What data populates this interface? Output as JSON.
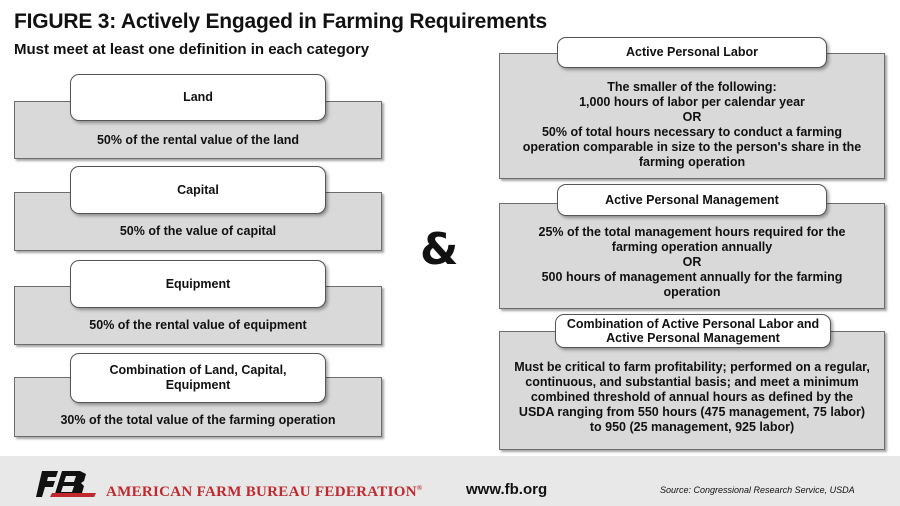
{
  "title": "FIGURE 3: Actively Engaged in Farming Requirements",
  "subtitle": "Must meet at least one definition in each category",
  "ampersand": "&",
  "left_categories": [
    {
      "label": "Land",
      "text": "50% of the rental value of the land"
    },
    {
      "label": "Capital",
      "text": "50% of the value of capital"
    },
    {
      "label": "Equipment",
      "text": "50% of the rental value of equipment"
    },
    {
      "label": "Combination of Land, Capital, Equipment",
      "text": "30% of the total value of the farming operation"
    }
  ],
  "right_categories": [
    {
      "label": "Active Personal Labor",
      "lines": [
        "The smaller of the following:",
        "1,000 hours of labor per calendar year",
        "OR",
        "50% of total hours necessary to conduct a farming operation comparable in size to the person's share in the farming operation"
      ]
    },
    {
      "label": "Active Personal Management",
      "lines": [
        "25% of the total management hours required for the farming operation annually",
        "OR",
        "500 hours of management annually for the farming operation"
      ]
    },
    {
      "label": "Combination of Active Personal Labor and Active Personal Management",
      "lines": [
        "Must be critical to farm profitability; performed on a regular, continuous, and substantial basis; and meet a minimum combined threshold of annual hours as defined by the USDA ranging from 550 hours (475 management, 75 labor) to 950 (25 management, 925 labor)"
      ]
    }
  ],
  "footer": {
    "org_name": "AMERICAN FARM BUREAU FEDERATION",
    "trademark": "®",
    "url": "www.fb.org",
    "source": "Source: Congressional Research Service, USDA"
  },
  "colors": {
    "panel_fill": "#d9d9d9",
    "brand_red": "#c0282d",
    "footer_fill": "#e8e8e8"
  },
  "icons": [
    "fb-logo-icon"
  ]
}
